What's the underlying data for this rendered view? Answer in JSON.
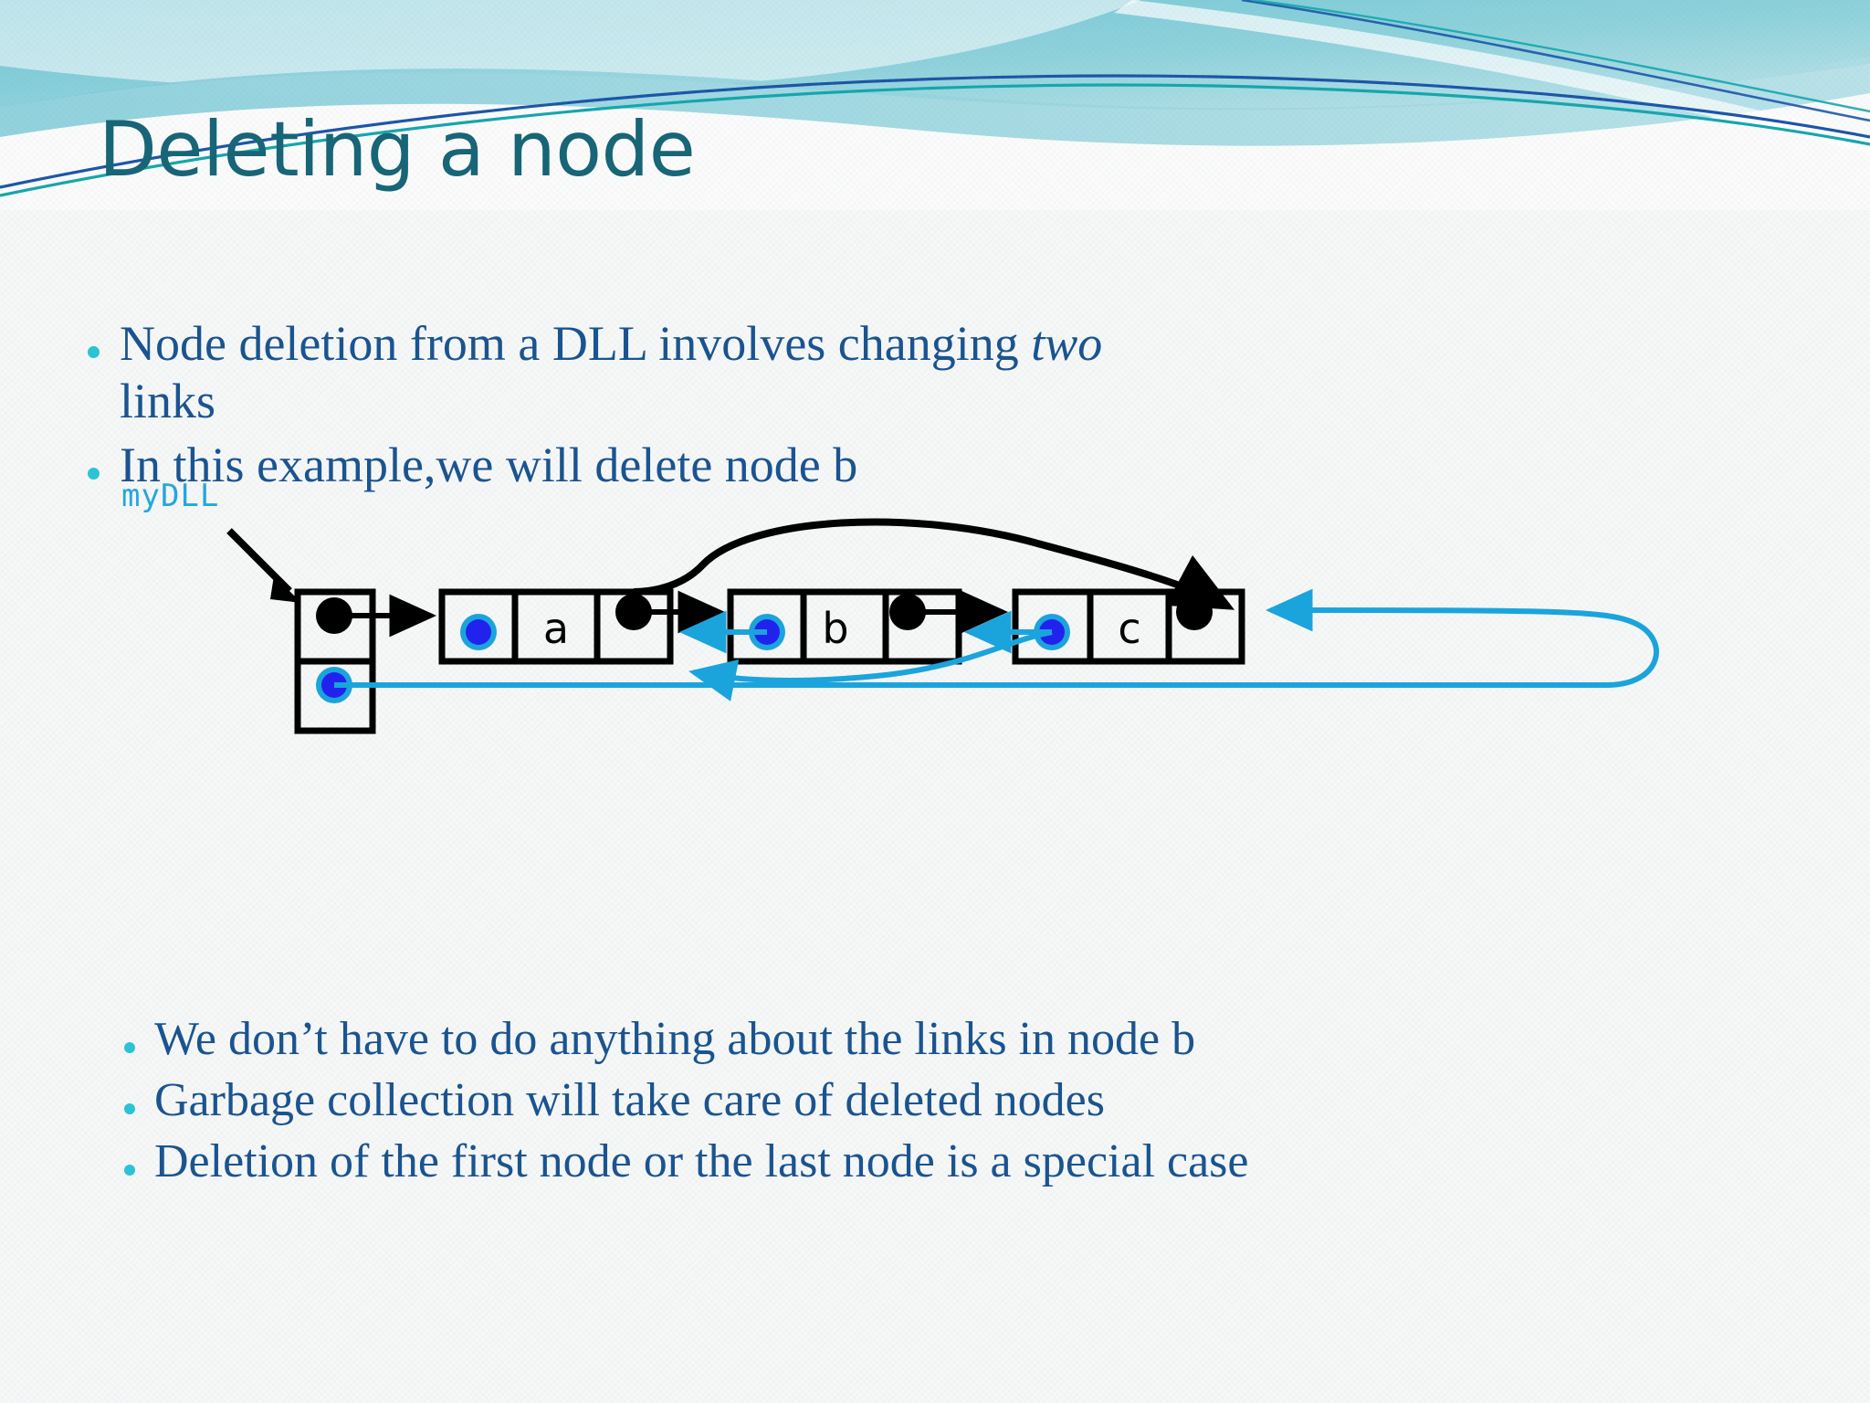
{
  "slide": {
    "title": "Deleting a node",
    "theme": {
      "title_color": "#176576",
      "body_text_color": "#1A5490",
      "bullet_marker_color": "#2CC3D6",
      "accent_cyan": "#24A7DE",
      "pointer_blue": "#2222EE",
      "header_wave_teal": "#7FCBD6",
      "background": "#F6F7F7"
    }
  },
  "bullets_top": [
    {
      "text_before": "Node deletion from a DLL involves changing ",
      "emphasis": "two",
      "text_after": "",
      "line2": "links"
    },
    {
      "text_before": "In this example,we will delete node b",
      "emphasis": "",
      "text_after": "",
      "line2": ""
    }
  ],
  "bullets_bottom": [
    {
      "text": "We don’t have to do anything about the links in node b"
    },
    {
      "text": "Garbage collection will take care of deleted nodes"
    },
    {
      "text": "Deletion of the first node or the last node is a special case"
    }
  ],
  "diagram": {
    "pointer_label": "myDLL",
    "head_node": {
      "name": "head",
      "cells": [
        "next-pointer-black-dot",
        "prev-pointer-blue-dot"
      ]
    },
    "nodes": [
      {
        "id": "node-a",
        "value": "a",
        "left_cell": "prev-pointer-blue-dot",
        "right_cell": "next-pointer-black-dot"
      },
      {
        "id": "node-b",
        "value": "b",
        "left_cell": "prev-pointer-blue-dot",
        "right_cell": "next-pointer-black-dot"
      },
      {
        "id": "node-c",
        "value": "c",
        "left_cell": "prev-pointer-blue-dot",
        "right_cell": "next-pointer-black-dot"
      }
    ],
    "links": [
      {
        "name": "head-next-to-a",
        "style": "black-straight"
      },
      {
        "name": "a-next-to-b",
        "style": "black-straight"
      },
      {
        "name": "b-next-to-c",
        "style": "black-straight"
      },
      {
        "name": "a-next-to-c-new",
        "style": "black-curved-over"
      },
      {
        "name": "b-prev-to-a",
        "style": "cyan-straight"
      },
      {
        "name": "c-prev-to-b",
        "style": "cyan-straight"
      },
      {
        "name": "c-prev-to-a-new",
        "style": "cyan-curved"
      },
      {
        "name": "head-prev-to-c-tail",
        "style": "cyan-wrap-around"
      }
    ]
  }
}
